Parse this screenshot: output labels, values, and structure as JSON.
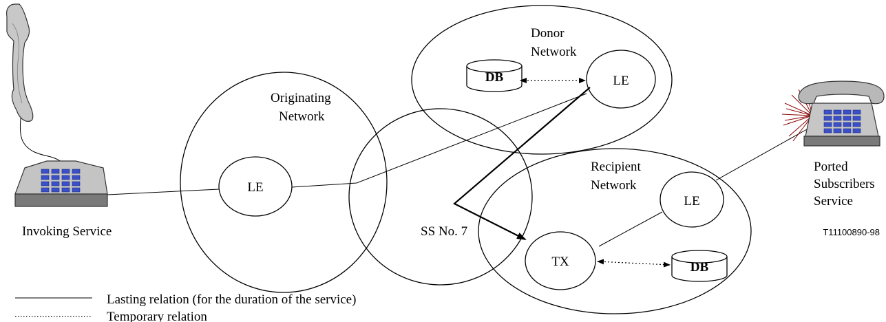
{
  "labels": {
    "originating_network": [
      "Originating",
      "Network"
    ],
    "donor_network": [
      "Donor",
      "Network"
    ],
    "recipient_network": [
      "Recipient",
      "Network"
    ],
    "ss7": "SS No. 7",
    "le_originating": "LE",
    "le_donor": "LE",
    "le_recipient": "LE",
    "tx": "TX",
    "db_donor": "DB",
    "db_recipient": "DB",
    "invoking_service": "Invoking Service",
    "ported_subscribers_service": [
      "Ported",
      "Subscribers",
      "Service"
    ],
    "figure_id": "T11100890-98"
  },
  "legend": {
    "lasting": "Lasting relation (for the duration of  the service)",
    "temporary": "Temporary relation"
  }
}
